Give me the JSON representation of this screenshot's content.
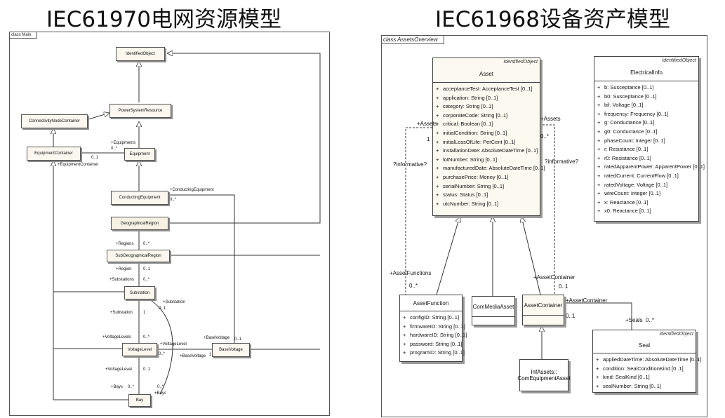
{
  "titles": {
    "left": "IEC61970电网资源模型",
    "right": "IEC61968设备资产模型"
  },
  "left_diagram": {
    "frame_label": "class Main",
    "classes": {
      "identified_object": "IdentifiedObject",
      "power_system_resource": "PowerSystemResource",
      "connectivity_node_container": "ConnectivityNodeContainer",
      "equipment_container": "EquipmentContainer",
      "equipment": "Equipment",
      "conducting_equipment": "ConductingEquipment",
      "geographical_region": "GeographicalRegion",
      "sub_geographical_region": "SubGeographicalRegion",
      "substation": "Substation",
      "voltage_level": "VoltageLevel",
      "base_voltage": "BaseVoltage",
      "bay": "Bay"
    },
    "labels": {
      "equipments": "+Equipments",
      "eq_zero_many": "0..*",
      "eq_one": "0..1",
      "equipment_container": "+EquipmentContainer",
      "conducting_equipment": "+ConductingEquipment",
      "ce_zero_many": "0..*",
      "regions": "+Regions",
      "regions_mult": "0..*",
      "region": "+Region",
      "region_mult": "0..1",
      "substations": "+Substations",
      "substations_mult": "0..*",
      "substation_role": "+Substation",
      "substation_one": "1",
      "substation_bay": "+Substation",
      "substation_bay_mult": "0..1",
      "voltage_levels": "+VoltageLevels",
      "voltage_levels_mult": "0..*",
      "voltage_level_vl": "+VoltageLevel",
      "vl_mult": "0..*",
      "base_voltage_role": "+BaseVoltage",
      "bv_mult": "0..1",
      "base_voltage_role2": "+BaseVoltage",
      "bv_one": "1",
      "voltage_level_bay": "+VoltageLevel",
      "vl_bay_mult": "0..1",
      "bays": "+Bays",
      "bays_mult": "0..*",
      "bays2": "+Bays",
      "bays2_mult": "0..*"
    }
  },
  "right_diagram": {
    "frame_label": "class AssetsOverview",
    "asset": {
      "name": "Asset",
      "stereotype": "IdentifiedObject",
      "attributes": [
        "acceptanceTest: AcceptanceTest [0..1]",
        "application: String [0..1]",
        "category: String [0..1]",
        "corporateCode: String [0..1]",
        "critical: Boolean [0..1]",
        "initialCondition: String [0..1]",
        "initialLossOfLife: PerCent [0..1]",
        "installationDate: AbsoluteDateTime [0..1]",
        "lotNumber: String [0..1]",
        "manufacturedDate: AbsoluteDateTime [0..1]",
        "purchasePrice: Money [0..1]",
        "serialNumber: String [0..1]",
        "status: Status [0..1]",
        "utcNumber: String [0..1]"
      ]
    },
    "electrical_info": {
      "name": "ElectricalInfo",
      "stereotype": "IdentifiedObject",
      "attributes": [
        "b: Susceptance [0..1]",
        "b0: Susceptance [0..1]",
        "bil: Voltage [0..1]",
        "frequency: Frequency [0..1]",
        "g: Conductance [0..1]",
        "g0: Conductance [0..1]",
        "phaseCount: Integer [0..1]",
        "r: Resistance [0..1]",
        "r0: Resistance [0..1]",
        "ratedApparentPower: ApparentPower [0..1]",
        "ratedCurrent: CurrentFlow [0..1]",
        "ratedVoltage: Voltage [0..1]",
        "wireCount: Integer [0..1]",
        "x: Reactance [0..1]",
        "x0: Reactance [0..1]"
      ]
    },
    "asset_function": {
      "name": "AssetFunction",
      "attributes": [
        "configID: String [0..1]",
        "firmwareID: String [0..1]",
        "hardwareID: String [0..1]",
        "password: String [0..1]",
        "programID: String [0..1]"
      ]
    },
    "com_media_asset": {
      "name": "ComMediaAsset"
    },
    "asset_container": {
      "name": "AssetContainer"
    },
    "int_assets": {
      "line1": "InfAssets::",
      "line2": "ComEquipmentAsset"
    },
    "seal": {
      "name": "Seal",
      "stereotype": "IdentifiedObject",
      "attributes": [
        "appliedDateTime: AbsoluteDateTime [0..1]",
        "condition: SealConditionKind [0..1]",
        "kind: SealKind [0..1]",
        "sealNumber: String [0..1]"
      ]
    },
    "labels": {
      "assets_left": "+Assets",
      "assets_left_mult": "1",
      "informative_left": "?informative?",
      "assets_right": "+Assets",
      "assets_right_mult": "0..*",
      "informative_right": "?informative?",
      "asset_functions": "+AssetFunctions",
      "asset_functions_mult": "0..*",
      "asset_container_role": "+AssetContainer",
      "asset_container_mult": "0..1",
      "asset_container_seal": "+AssetContainer",
      "asset_container_seal_mult": "0..1",
      "seals": "+Seals",
      "seals_mult": "0..*"
    }
  }
}
